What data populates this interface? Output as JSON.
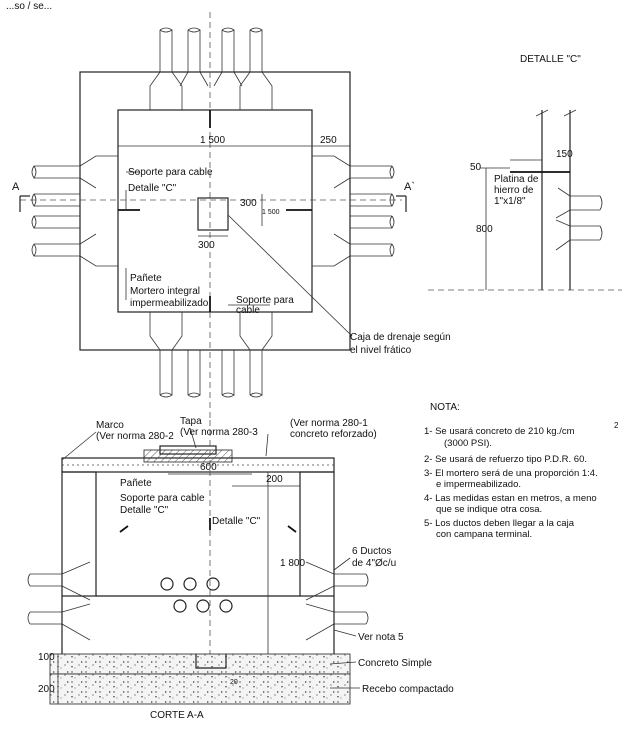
{
  "top_cut_text": "...so / se...",
  "plan": {
    "dim_1500": "1 500",
    "dim_250": "250",
    "dim_300_h": "300",
    "dim_300_v": "300",
    "dim_1500_small": "1 500",
    "section_mark_left": "A",
    "section_mark_right": "A`",
    "label_soporte_cable": "Soporte para cable",
    "label_detalle_c": "Detalle \"C\"",
    "label_panete": "Pañete",
    "label_mortero_1": "Mortero integral",
    "label_mortero_2": "impermeabilizado",
    "label_soporte_para_1": "Soporte para",
    "label_soporte_para_2": "cable",
    "label_caja_1": "Caja de drenaje según",
    "label_caja_2": "el nivel frático"
  },
  "detail_c": {
    "title": "DETALLE \"C\"",
    "dim_150": "150",
    "dim_50": "50",
    "dim_800": "800",
    "platina_1": "Platina de",
    "platina_2": "hierro de",
    "platina_3": "1\"x1/8\""
  },
  "section": {
    "marco_1": "Marco",
    "marco_2": "(Ver norma 280-2",
    "tapa_1": "Tapa",
    "tapa_2": "(Ver norma 280-3",
    "ver_norma_1": "(Ver norma 280-1",
    "ver_norma_2": "concreto reforzado)",
    "dim_600": "600",
    "dim_200": "200",
    "dim_1800": "1 800",
    "label_panete": "Pañete",
    "label_soporte_cable": "Soporte para cable",
    "label_detalle_c_left": "Detalle \"C\"",
    "label_detalle_c_center": "Detalle \"C\"",
    "ductos_1": "6 Ductos",
    "ductos_2": "de 4\"Øc/u",
    "ver_nota_5": "Ver nota 5",
    "dim_100": "100",
    "dim_200_bottom": "200",
    "dim_20": "20",
    "concreto_simple": "Concreto Simple",
    "recebo": "Recebo compactado",
    "title": "CORTE A-A"
  },
  "notes": {
    "title": "NOTA:",
    "n1_a": "1- Se usará concreto de 210 kg./cm",
    "n1_sup": "2",
    "n1_b": "(3000 PSI).",
    "n2": "2- Se usará de refuerzo tipo P.D.R. 60.",
    "n3_a": "3- El mortero será de una proporción 1:4.",
    "n3_b": "e impermeabilizado.",
    "n4_a": "4- Las medidas estan  en metros, a meno",
    "n4_b": "que se indique  otra cosa.",
    "n5_a": "5- Los ductos deben llegar a la caja",
    "n5_b": "con campana terminal."
  }
}
